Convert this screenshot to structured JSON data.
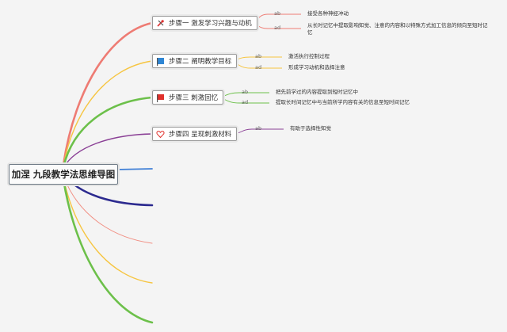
{
  "root": {
    "title": "加涅 九段教学法思维导图"
  },
  "topics": [
    {
      "label": "步骤一 激发学习兴趣与动机",
      "icon": "tools-icon",
      "color": "#ee7b73",
      "subs": [
        {
          "tag": "ab",
          "text": "接受各种神经冲动"
        },
        {
          "tag": "ad",
          "text": "从长时记忆中提取影响知觉、注意的内容和以特殊方式加工信息的倾向至短时记忆"
        }
      ]
    },
    {
      "label": "步骤二 阐明教学目标",
      "icon": "flag-blue-icon",
      "color": "#f6c541",
      "subs": [
        {
          "tag": "ab",
          "text": "激活执行控制过程"
        },
        {
          "tag": "ad",
          "text": "形成学习动机和选择注意"
        }
      ]
    },
    {
      "label": "步骤三 刺激回忆",
      "icon": "flag-red-icon",
      "color": "#6cc04a",
      "subs": [
        {
          "tag": "ab",
          "text": "把先前学过的内容提取到短时记忆中"
        },
        {
          "tag": "ad",
          "text": "提取长时间记忆中与当前所学内容有关的信息至短时间记忆"
        }
      ]
    },
    {
      "label": "步骤四 呈现刺激材料",
      "icon": "heart-icon",
      "color": "#8a3f95",
      "subs": [
        {
          "tag": "ab",
          "text": "有助于选择性知觉"
        }
      ]
    }
  ],
  "extra_branches": [
    {
      "color": "#3f7fd6"
    },
    {
      "color": "#2c2a8f"
    },
    {
      "color": "#f18f83"
    },
    {
      "color": "#f6c541"
    },
    {
      "color": "#6cc04a"
    }
  ]
}
